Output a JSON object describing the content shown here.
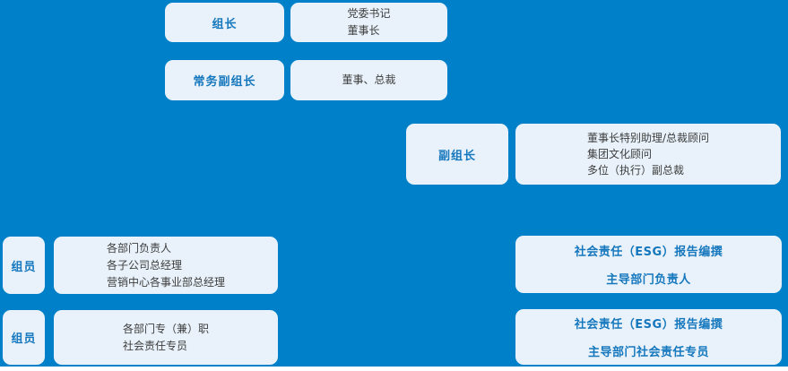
{
  "colors": {
    "background_blue": "#0080C8",
    "box_fill": "#E9F2FA",
    "accent_text_blue": "#1577BD",
    "dark_text": "#3D3D3D",
    "footer_strip": "#FFFFFF"
  },
  "org_chart": {
    "rows": [
      {
        "id": "leader",
        "label": "组长",
        "lines": [
          "党委书记",
          "董事长"
        ]
      },
      {
        "id": "executive-deputy-leader",
        "label": "常务副组长",
        "lines": [
          "董事、总裁"
        ]
      },
      {
        "id": "deputy-leader",
        "label": "副组长",
        "lines": [
          "董事长特别助理/总裁顾问",
          "集团文化顾问",
          "多位（执行）副总裁"
        ]
      },
      {
        "id": "members-1",
        "label": "组员",
        "lines": [
          "各部门负责人",
          "各子公司总经理",
          "营销中心各事业部总经理"
        ],
        "right_lines": [
          "社会责任（ESG）报告编撰",
          "主导部门负责人"
        ]
      },
      {
        "id": "members-2",
        "label": "组员",
        "lines": [
          "各部门专（兼）职",
          "社会责任专员"
        ],
        "right_lines": [
          "社会责任（ESG）报告编撰",
          "主导部门社会责任专员"
        ]
      }
    ]
  }
}
